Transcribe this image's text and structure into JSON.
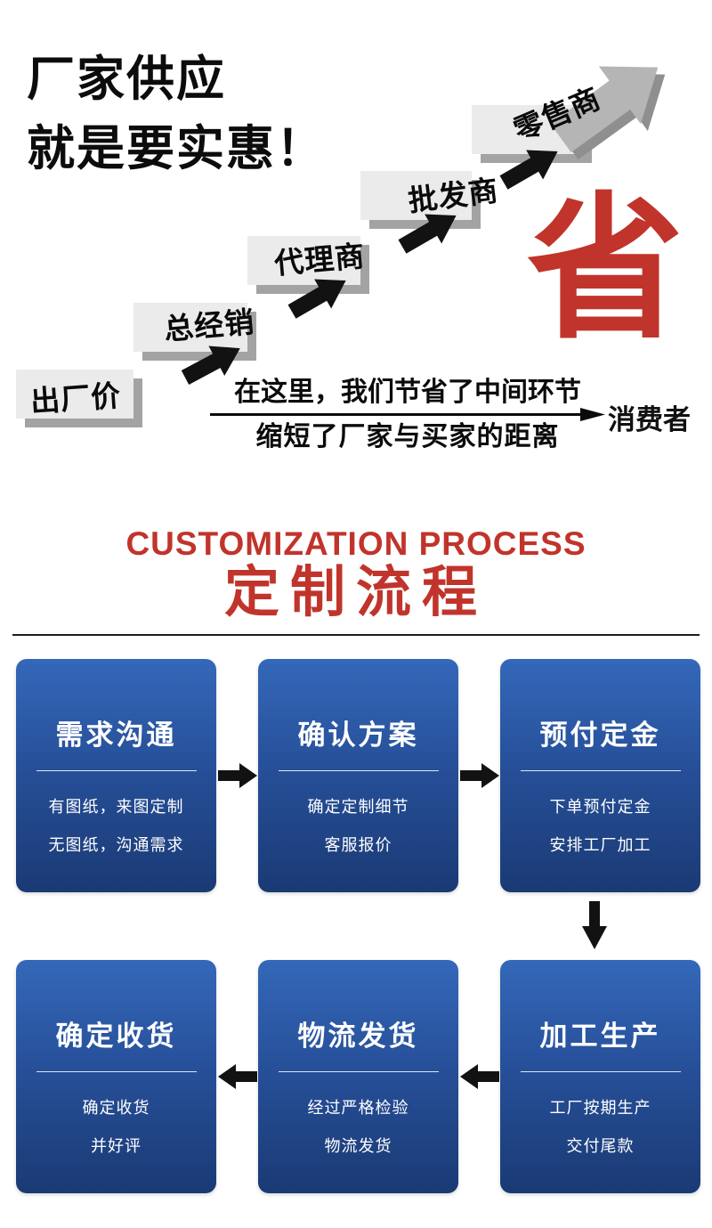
{
  "hero": {
    "title_line1": "厂家供应",
    "title_line2": "就是要实惠！",
    "steps": [
      "出厂价",
      "总经销",
      "代理商",
      "批发商",
      "零售商"
    ],
    "save_char": "省",
    "caption_line1": "在这里，我们节省了中间环节",
    "caption_line2": "缩短了厂家与买家的距离",
    "consumer": "消费者"
  },
  "process": {
    "title_en": "CUSTOMIZATION PROCESS",
    "title_cn": "定制流程",
    "cards": [
      {
        "title": "需求沟通",
        "lines": [
          "有图纸，来图定制",
          "无图纸，沟通需求"
        ]
      },
      {
        "title": "确认方案",
        "lines": [
          "确定定制细节",
          "客服报价"
        ]
      },
      {
        "title": "预付定金",
        "lines": [
          "下单预付定金",
          "安排工厂加工"
        ]
      },
      {
        "title": "加工生产",
        "lines": [
          "工厂按期生产",
          "交付尾款"
        ]
      },
      {
        "title": "物流发货",
        "lines": [
          "经过严格检验",
          "物流发货"
        ]
      },
      {
        "title": "确定收货",
        "lines": [
          "确定收货",
          "并好评"
        ]
      }
    ]
  },
  "colors": {
    "accent_red": "#c1342b",
    "card_blue_top": "#3468b9",
    "card_blue_bottom": "#1a3a74",
    "stair_gray": "#ebebeb",
    "shadow_gray": "#a3a3a3"
  }
}
